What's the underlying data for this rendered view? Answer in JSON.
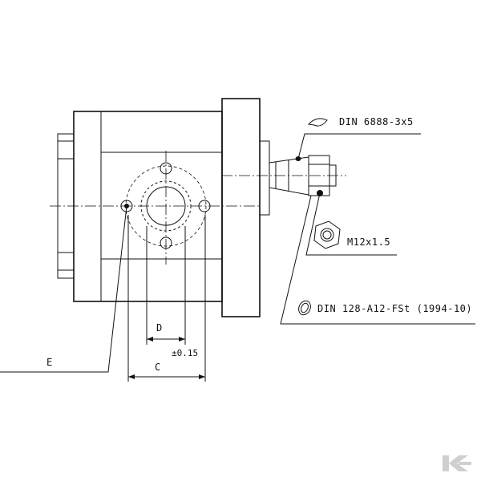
{
  "labels": {
    "key_spec": "DIN 6888-3x5",
    "nut_spec": "M12x1.5",
    "washer_spec": "DIN 128-A12-FSt (1994-10)",
    "dim_d": "D",
    "dim_c": "C",
    "tolerance": "±0.15",
    "dim_e": "E"
  },
  "colors": {
    "line": "#111111",
    "logo": "#cfcfcf",
    "background": "#ffffff"
  },
  "logo": {
    "icon": "k-brand-logo"
  }
}
